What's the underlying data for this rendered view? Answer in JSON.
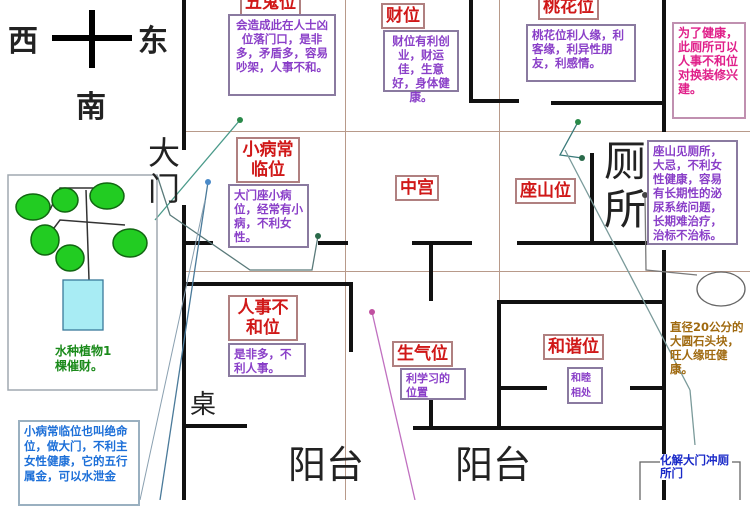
{
  "compass": {
    "west": "西",
    "east": "东",
    "south": "南"
  },
  "labels": {
    "door": "大门",
    "toilet": "厕所",
    "desk": "桌",
    "balcony_1": "阳台",
    "balcony_2": "阳台",
    "center": "中宫"
  },
  "rooms": [
    {
      "title": "五鬼位",
      "desc": "会造成此在人士凶位落门口，是非多，矛盾多，容易吵架，人事不和。"
    },
    {
      "title": "财位",
      "desc": "财位有利创业，财运佳，生意好，身体健康。"
    },
    {
      "title": "桃花位",
      "desc": "桃花位利人缘，利客缘，利异性朋友，利感情。"
    },
    {
      "title": "小病常临位",
      "desc": "大门座小病位，经常有小病，不利女性。"
    },
    {
      "title": "座山位",
      "desc": "座山见厕所，大忌，不利女性健康，容易有长期性的泌尿系统问题，长期难治疗，治标不治标。"
    },
    {
      "title": "人事不和位",
      "desc": "是非多，不利人事。"
    },
    {
      "title": "生气位",
      "desc": "利学习的位置"
    },
    {
      "title": "和谐位",
      "desc": "和睦相处"
    }
  ],
  "notes": {
    "health": "为了健康，此厕所可以人事不和位对换装修兴建。",
    "plant": "水种植物1棵催财。",
    "stone": "直径20公分的大圆石头块，旺人缘旺健康。",
    "resolve": "化解大门冲厕所门",
    "sickness": "小病常临位也叫绝命位，做大门，不利主女性健康，它的五行属金，可以水泄金"
  },
  "colors": {
    "title": "#d01818",
    "desc": "#8a3fc8",
    "health_note": "#e0208a",
    "plant_note": "#1a8a1a",
    "stone_note": "#a06a10",
    "blue_note": "#1c6fd8",
    "leaf": "#22cc22",
    "water": "#a8ecf4"
  }
}
